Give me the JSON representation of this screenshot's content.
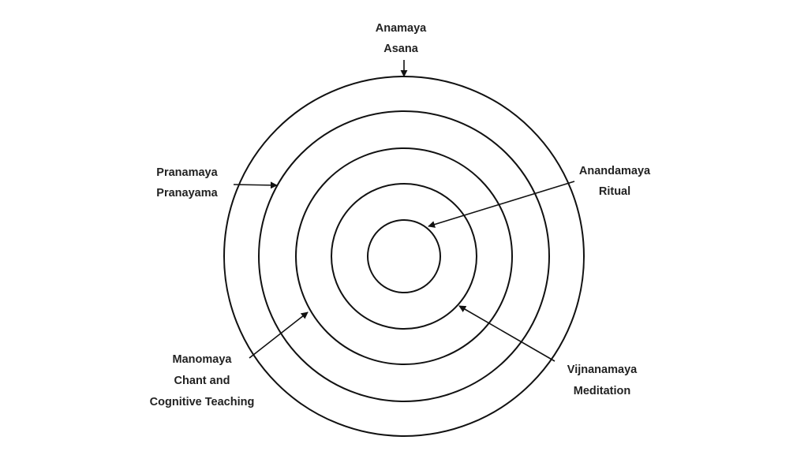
{
  "colors": {
    "ink": "#111111",
    "text": "#222222",
    "background": "#ffffff"
  },
  "layers": [
    {
      "sheath": "Anamaya",
      "practice": "Asana"
    },
    {
      "sheath": "Pranamaya",
      "practice": "Pranayama"
    },
    {
      "sheath": "Manomaya",
      "practice_line1": "Chant  and",
      "practice_line2": "Cognitive Teaching"
    },
    {
      "sheath": "Vijnanamaya",
      "practice": "Meditation"
    },
    {
      "sheath": "Anandamaya",
      "practice": "Ritual"
    }
  ]
}
